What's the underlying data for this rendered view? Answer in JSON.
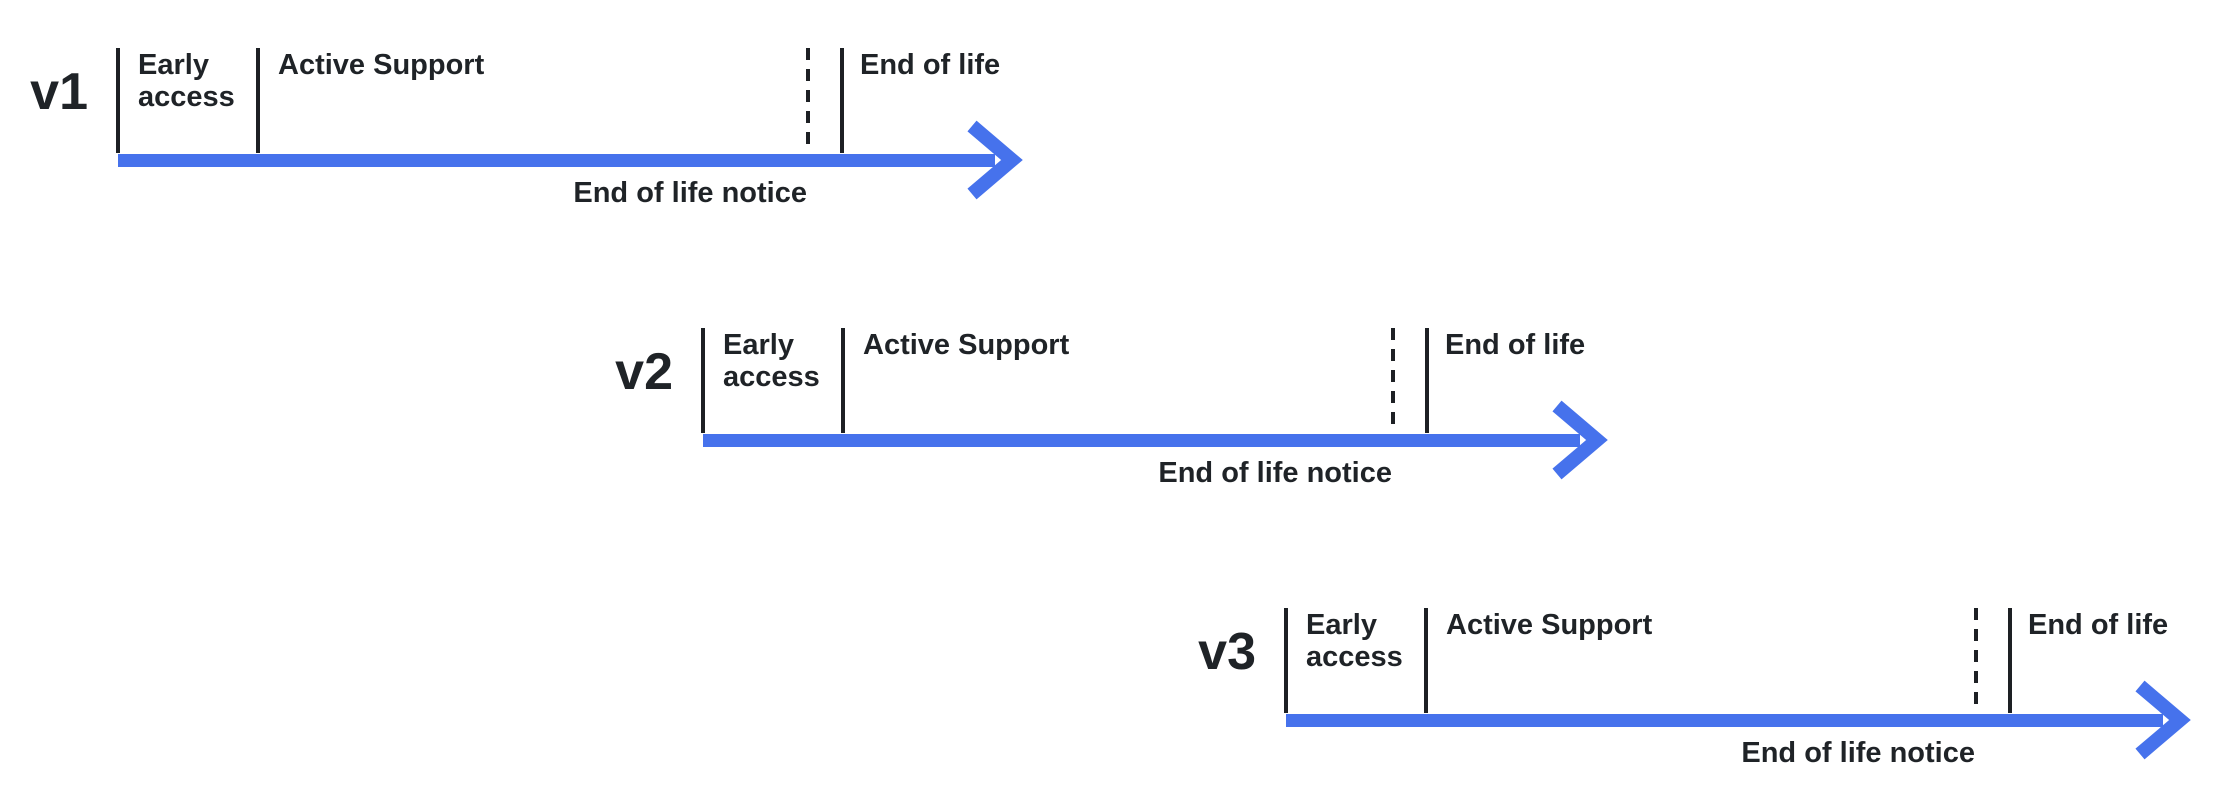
{
  "theme": {
    "background": "#ffffff",
    "accent_blue": "#4672EC",
    "ink": "#1f2327"
  },
  "diagram_title": "",
  "timelines": [
    {
      "version": "v1",
      "early_access_label": "Early access",
      "active_support_label": "Active Support",
      "end_of_life_label": "End of life",
      "eol_notice_label": "End of life notice",
      "arrow_icon": "arrow-right"
    },
    {
      "version": "v2",
      "early_access_label": "Early access",
      "active_support_label": "Active Support",
      "end_of_life_label": "End of life",
      "eol_notice_label": "End of life notice",
      "arrow_icon": "arrow-right"
    },
    {
      "version": "v3",
      "early_access_label": "Early access",
      "active_support_label": "Active Support",
      "end_of_life_label": "End of life",
      "eol_notice_label": "End of life notice",
      "arrow_icon": "arrow-right"
    }
  ]
}
